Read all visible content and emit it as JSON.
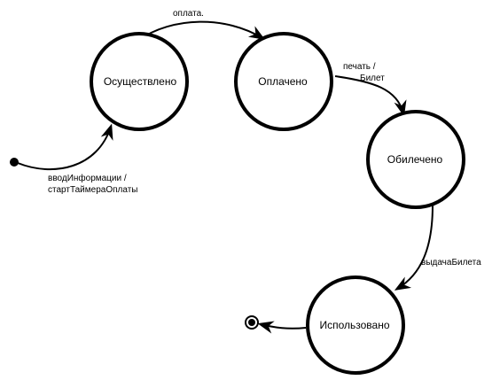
{
  "diagram": {
    "states": [
      {
        "id": "s1",
        "label": "Осуществлено"
      },
      {
        "id": "s2",
        "label": "Оплачено"
      },
      {
        "id": "s3",
        "label": "Обилечено"
      },
      {
        "id": "s4",
        "label": "Использовано"
      }
    ],
    "transitions": [
      {
        "from": "initial",
        "to": "s1",
        "label_lines": [
          "вводИнформации /",
          "стартТаймераОплаты"
        ]
      },
      {
        "from": "s1",
        "to": "s2",
        "label_lines": [
          "оплата."
        ]
      },
      {
        "from": "s2",
        "to": "s3",
        "label_lines": [
          "печать /",
          "Билет"
        ]
      },
      {
        "from": "s3",
        "to": "s4",
        "label_lines": [
          "выдачаБилета"
        ]
      },
      {
        "from": "s4",
        "to": "final",
        "label_lines": []
      }
    ],
    "colors": {
      "stroke": "#000000",
      "fill": "#ffffff"
    }
  }
}
